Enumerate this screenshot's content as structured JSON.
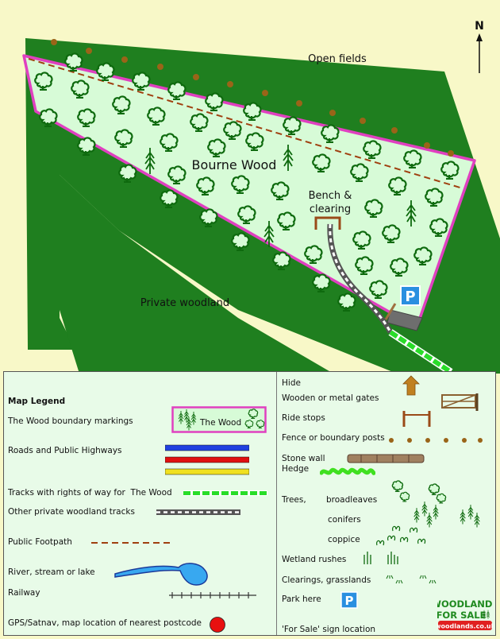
{
  "map": {
    "north_label": "N",
    "wood_name": "Bourne Wood",
    "open_fields_label": "Open fields",
    "private_woodland_label": "Private woodland",
    "bench_label_line1": "Bench &",
    "bench_label_line2": "clearing",
    "parking_label": "P",
    "colors": {
      "background": "#f8f8c8",
      "private_woodland": "#1f7f1f",
      "wood_fill": "#d7fbd7",
      "boundary": "#e040c0",
      "tree": "#0e6a0e",
      "fence_post": "#9a6418",
      "ride_stop": "#9a4a18",
      "track": "#29dd29"
    }
  },
  "legend": {
    "title": "Map Legend",
    "boundary": "The Wood boundary markings",
    "boundary_sample": "The Wood",
    "roads": "Roads and Public Highways",
    "tracks_rights": "Tracks with rights of way for",
    "tracks_rights_suffix": "The Wood",
    "other_tracks": "Other private woodland tracks",
    "footpath": "Public Footpath",
    "river": "River, stream or lake",
    "railway": "Railway",
    "gps": "GPS/Satnav, map location of nearest postcode",
    "hide": "Hide",
    "gates": "Wooden or metal gates",
    "ride_stops": "Ride stops",
    "fence": "Fence or boundary posts",
    "stone_wall": "Stone wall",
    "hedge": "Hedge",
    "trees": "Trees,",
    "broadleaves": "broadleaves",
    "conifers": "conifers",
    "coppice": "coppice",
    "wetland": "Wetland rushes",
    "clearings": "Clearings, grasslands",
    "park": "Park here",
    "park_symbol": "P",
    "for_sale": "'For Sale'  sign location",
    "brand_line1": "WOODLANDS",
    "brand_line2": "FOR SALE",
    "brand_line3": "woodlands.co.uk"
  }
}
